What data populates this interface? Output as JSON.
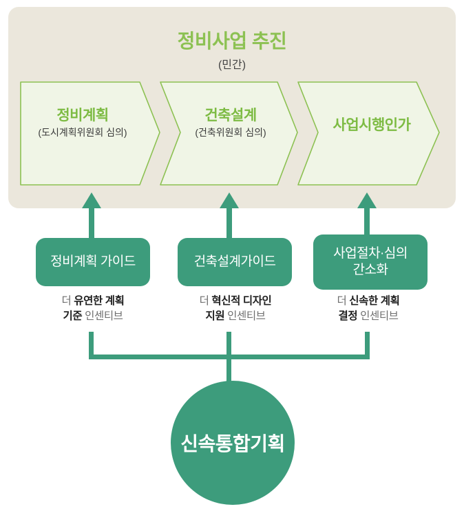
{
  "colors": {
    "panel_bg": "#ebe7dc",
    "chevron_fill": "#f0f5e6",
    "chevron_stroke": "#8cc152",
    "title_green": "#8cc152",
    "box_green": "#3d9c7c",
    "connector_green": "#3d9c7c",
    "caption_gray": "#6e6e6e",
    "caption_bold": "#1f1f1f"
  },
  "panel": {
    "title": "정비사업 추진",
    "subtitle": "(민간)"
  },
  "stages": [
    {
      "title": "정비계획",
      "subtitle": "(도시계획위원회 심의)"
    },
    {
      "title": "건축설계",
      "subtitle": "(건축위원회 심의)"
    },
    {
      "title": "사업시행인가",
      "subtitle": ""
    }
  ],
  "guides": [
    {
      "box_label": "정비계획 가이드",
      "caption_line1_plain": "더 ",
      "caption_line1_bold": "유연한 계획",
      "caption_line2_bold": "기준",
      "caption_line2_plain": " 인센티브"
    },
    {
      "box_label": "건축설계가이드",
      "caption_line1_plain": "더 ",
      "caption_line1_bold": "혁신적 디자인",
      "caption_line2_bold": "지원",
      "caption_line2_plain": " 인센티브"
    },
    {
      "box_label": "사업절차·심의\n간소화",
      "box_label_line1": "사업절차·심의",
      "box_label_line2": "간소화",
      "caption_line1_plain": "더 ",
      "caption_line1_bold": "신속한 계획",
      "caption_line2_bold": "결정",
      "caption_line2_plain": " 인센티브"
    }
  ],
  "root": {
    "label": "신속통합기획"
  }
}
